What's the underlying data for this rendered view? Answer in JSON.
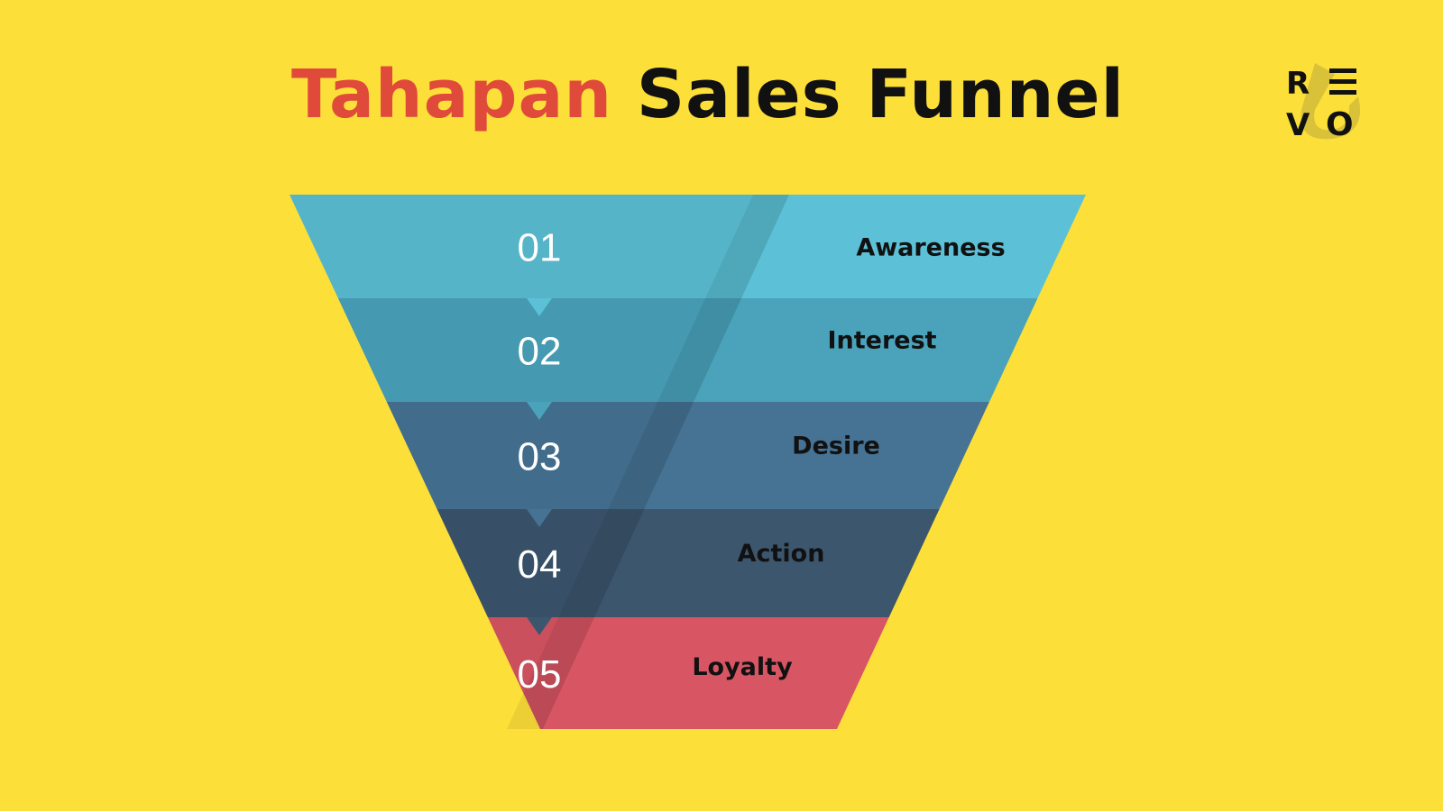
{
  "title": {
    "highlight": "Tahapan",
    "rest": "Sales Funnel"
  },
  "logo": {
    "text": "REVO",
    "icon": "revo-logo-icon"
  },
  "colors": {
    "background": "#fddf3a",
    "title_highlight": "#e04a3a"
  },
  "stages": [
    {
      "number": "01",
      "label": "Awareness",
      "color": "#5cc0d6"
    },
    {
      "number": "02",
      "label": "Interest",
      "color": "#4aa3bb"
    },
    {
      "number": "03",
      "label": "Desire",
      "color": "#467394"
    },
    {
      "number": "04",
      "label": "Action",
      "color": "#3c566e"
    },
    {
      "number": "05",
      "label": "Loyalty",
      "color": "#d85663"
    }
  ]
}
